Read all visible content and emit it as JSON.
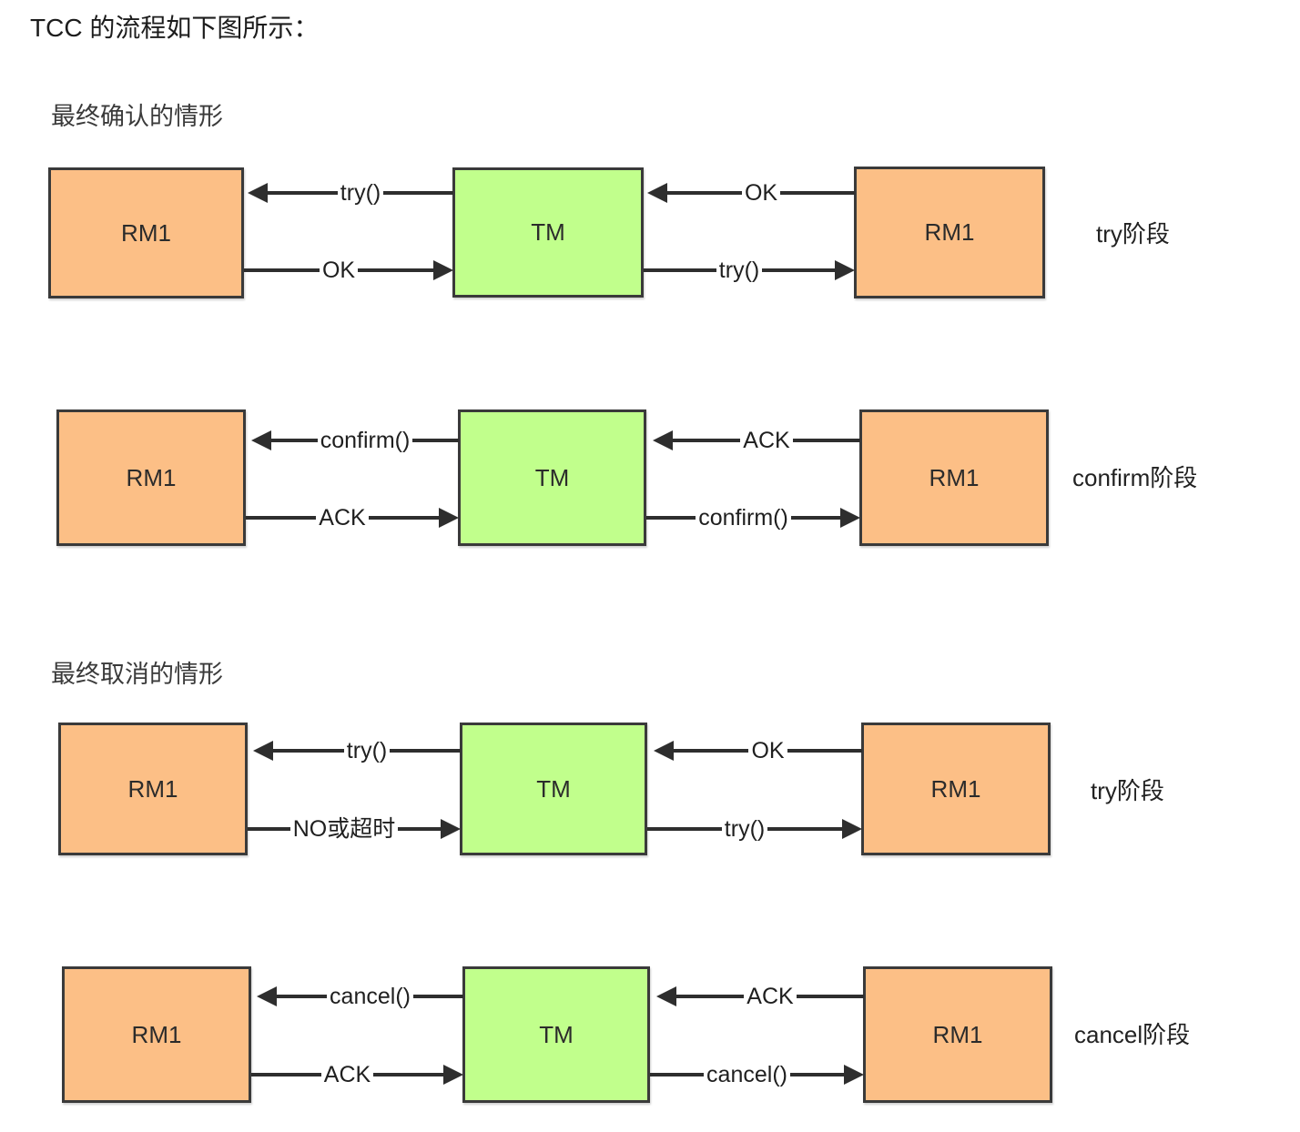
{
  "page": {
    "title": "TCC 的流程如下图所示："
  },
  "sections": [
    {
      "heading": "最终确认的情形"
    },
    {
      "heading": "最终取消的情形"
    }
  ],
  "diagram": {
    "node_labels": {
      "rm_left": "RM1",
      "tm": "TM",
      "rm_right": "RM1"
    },
    "colors": {
      "resource_manager": "#FCBF86",
      "transaction_manager": "#C1FF8C",
      "border": "#3A3A3A",
      "arrow": "#2E2E2E",
      "background": "#FFFFFF"
    },
    "rows": [
      {
        "id": "try-phase-confirm-case",
        "left_node": "RM1",
        "center_node": "TM",
        "right_node": "RM1",
        "phase_label": "try阶段",
        "arrows": {
          "tm_to_left_rm": "try()",
          "left_rm_to_tm": "OK",
          "right_rm_to_tm": "OK",
          "tm_to_right_rm": "try()"
        }
      },
      {
        "id": "confirm-phase",
        "left_node": "RM1",
        "center_node": "TM",
        "right_node": "RM1",
        "phase_label": "confirm阶段",
        "arrows": {
          "tm_to_left_rm": "confirm()",
          "left_rm_to_tm": "ACK",
          "right_rm_to_tm": "ACK",
          "tm_to_right_rm": "confirm()"
        }
      },
      {
        "id": "try-phase-cancel-case",
        "left_node": "RM1",
        "center_node": "TM",
        "right_node": "RM1",
        "phase_label": "try阶段",
        "arrows": {
          "tm_to_left_rm": "try()",
          "left_rm_to_tm": "NO或超时",
          "right_rm_to_tm": "OK",
          "tm_to_right_rm": "try()"
        }
      },
      {
        "id": "cancel-phase",
        "left_node": "RM1",
        "center_node": "TM",
        "right_node": "RM1",
        "phase_label": "cancel阶段",
        "arrows": {
          "tm_to_left_rm": "cancel()",
          "left_rm_to_tm": "ACK",
          "right_rm_to_tm": "ACK",
          "tm_to_right_rm": "cancel()"
        }
      }
    ]
  }
}
